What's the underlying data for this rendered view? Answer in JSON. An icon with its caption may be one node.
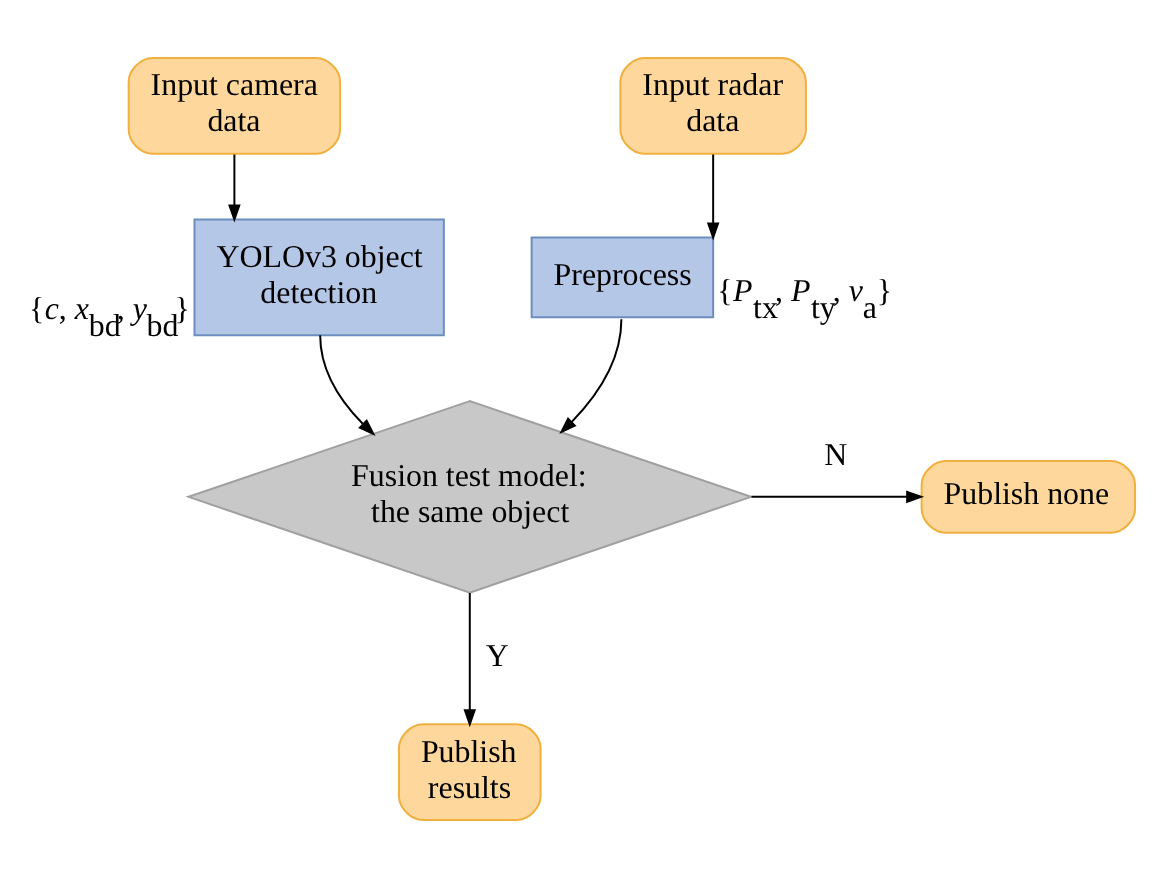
{
  "diagram": {
    "nodes": [
      {
        "text": [
          "Input camera data"
        ]
      },
      {
        "text": [
          "Input radar data"
        ]
      },
      {
        "text": [
          "YOLOv3 object detection"
        ],
        "beside": [
          "{*c*, *x*$_{bd}$, *y*$_{bd}$}"
        ]
      },
      {
        "text": [
          "Preprocess"
        ],
        "beside": [
          "{*P*$_{tx}$, *P*$_{ty}$, *v*$_{a}$}"
        ]
      },
      {
        "text": [
          "Fusion test model: the same object"
        ]
      },
      {
        "text": [
          "Publish none"
        ]
      },
      {
        "text": [
          "Publish results"
        ]
      }
    ],
    "edges": [
      {
        "from": 0,
        "to": 2,
        "arrow": "to"
      },
      {
        "from": 1,
        "to": 3,
        "arrow": "to"
      },
      {
        "from": 2,
        "to": 4,
        "arrow": "to"
      },
      {
        "from": 3,
        "to": 4,
        "arrow": "to"
      },
      {
        "from": 4,
        "to": 5,
        "label": "N",
        "arrow": "to"
      },
      {
        "from": 4,
        "to": 6,
        "label": "Y",
        "arrow": "to"
      }
    ]
  }
}
